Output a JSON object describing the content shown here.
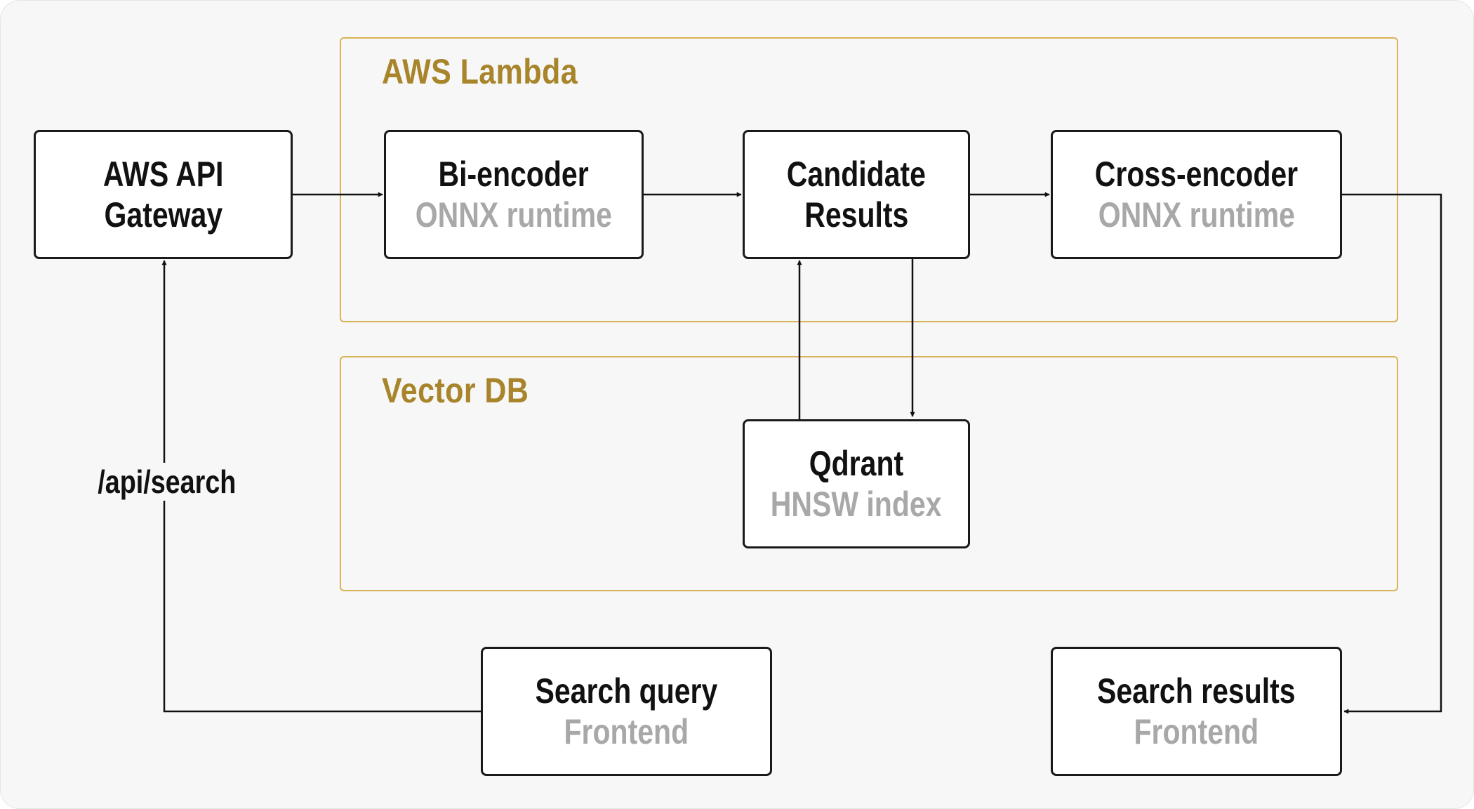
{
  "groups": {
    "lambda": {
      "title": "AWS Lambda"
    },
    "vectordb": {
      "title": "Vector DB"
    }
  },
  "nodes": {
    "gateway": {
      "line1": "AWS API",
      "line2": "Gateway"
    },
    "biencoder": {
      "title": "Bi-encoder",
      "subtitle": "ONNX runtime"
    },
    "candidates": {
      "line1": "Candidate",
      "line2": "Results"
    },
    "crossencoder": {
      "title": "Cross-encoder",
      "subtitle": "ONNX runtime"
    },
    "qdrant": {
      "title": "Qdrant",
      "subtitle": "HNSW index"
    },
    "search_query": {
      "title": "Search query",
      "subtitle": "Frontend"
    },
    "search_results": {
      "title": "Search results",
      "subtitle": "Frontend"
    }
  },
  "edges": {
    "query_to_gateway_label": "/api/search"
  },
  "colors": {
    "group_border": "#d9b35a",
    "group_title": "#a8842a",
    "node_border": "#1a1a1a",
    "subtitle": "#a8a8a8",
    "background": "#f6f7f6"
  }
}
